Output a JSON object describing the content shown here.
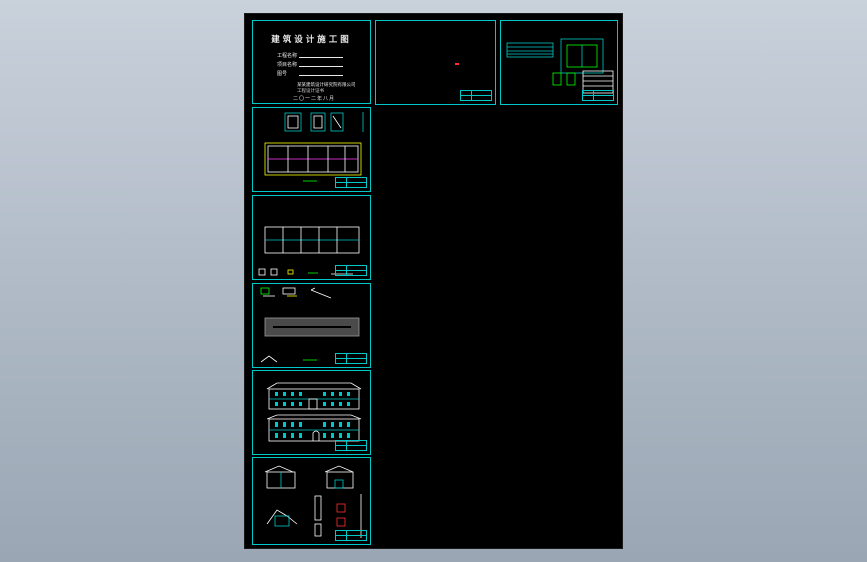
{
  "app": {
    "background": "#b8c2cd",
    "canvas_color": "#000000",
    "frame_color": "#00c8c8"
  },
  "cover": {
    "title": "建筑设计施工图",
    "rows": [
      "工程名称",
      "项目名称",
      "图号"
    ],
    "company": "某某建筑设计研究院有限公司",
    "company_sub": "工程设计证书",
    "date": "二〇一二年八月"
  },
  "sheets": [
    {
      "name": "cover-sheet"
    },
    {
      "name": "blank-sheet"
    },
    {
      "name": "site-plan-sheet"
    },
    {
      "name": "ground-floor-plan-sheet"
    },
    {
      "name": "upper-floor-plan-sheet"
    },
    {
      "name": "roof-plan-sheet"
    },
    {
      "name": "elevations-sheet"
    },
    {
      "name": "sections-sheet"
    }
  ]
}
